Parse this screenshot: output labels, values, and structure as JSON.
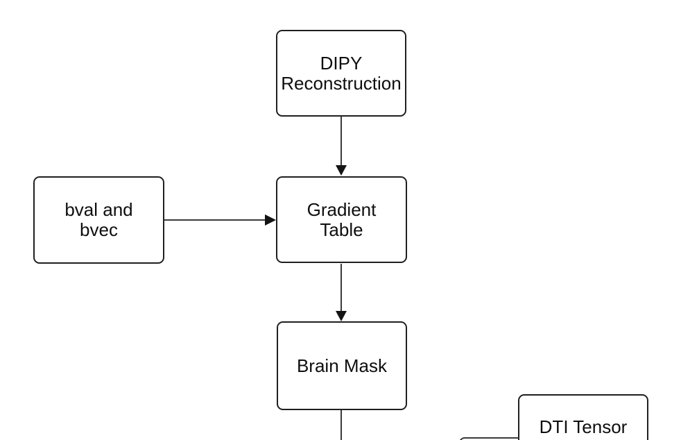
{
  "diagram": {
    "type": "flowchart",
    "colors": {
      "background": "#ffffff",
      "node_fill": "#ffffff",
      "node_border": "#1f1f1f",
      "connector": "#3a3a3a",
      "arrowhead": "#141414",
      "text": "#0e0e0e"
    },
    "nodes": {
      "dipy": {
        "line1": "DIPY",
        "line2": "Reconstruction"
      },
      "bval": {
        "line1": "bval and",
        "line2": "bvec"
      },
      "gradient": {
        "line1": "Gradient",
        "line2": "Table"
      },
      "brain_mask": {
        "line1": "Brain Mask"
      },
      "dti_tensor": {
        "line1": "DTI Tensor"
      }
    },
    "edges": [
      {
        "from": "DIPY Reconstruction",
        "to": "Gradient Table",
        "arrowhead": true,
        "direction": "down"
      },
      {
        "from": "bval and bvec",
        "to": "Gradient Table",
        "arrowhead": true,
        "direction": "right"
      },
      {
        "from": "Gradient Table",
        "to": "Brain Mask",
        "arrowhead": true,
        "direction": "down"
      },
      {
        "from": "Brain Mask",
        "to": "offscreen-bottom",
        "arrowhead": false,
        "direction": "down"
      },
      {
        "from": "offscreen-bottom",
        "to": "DTI Tensor",
        "arrowhead": false,
        "direction": "right"
      }
    ]
  }
}
